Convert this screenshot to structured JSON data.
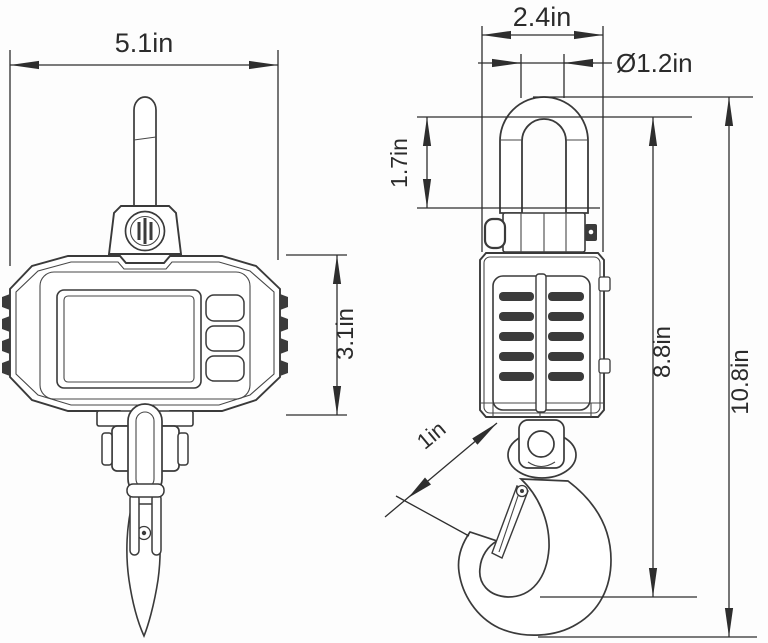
{
  "drawing": {
    "colors": {
      "background": "#fdfdfd",
      "line": "#3a3a3a",
      "dimension_line": "#2e2e2e",
      "text": "#2b2b2b",
      "dark_fill": "#3b3b3b"
    },
    "front_view": {
      "width_label": "5.1in",
      "height_label": "3.1in"
    },
    "side_view": {
      "width_label": "2.4in",
      "diameter_label": "Ø1.2in",
      "shackle_height_label": "1.7in",
      "hook_opening_label": "1in",
      "inner_height_label": "8.8in",
      "overall_height_label": "10.8in"
    }
  }
}
